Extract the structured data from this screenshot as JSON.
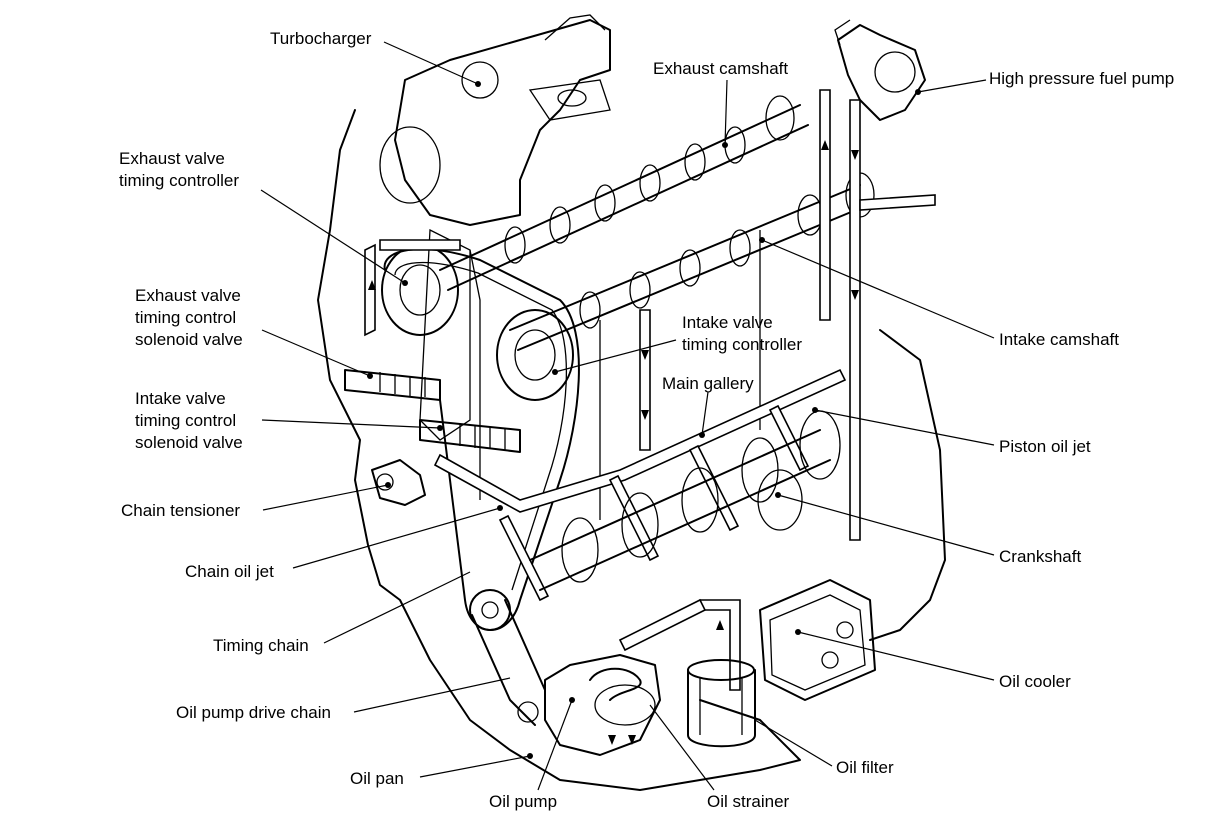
{
  "labels": {
    "turbocharger": "Turbocharger",
    "exhaust_camshaft": "Exhaust camshaft",
    "high_pressure_fuel_pump": "High pressure fuel pump",
    "exhaust_vtc": [
      "Exhaust valve",
      "timing controller"
    ],
    "exhaust_vtc_solenoid": [
      "Exhaust valve",
      "timing control",
      "solenoid valve"
    ],
    "intake_vtc_solenoid": [
      "Intake valve",
      "timing control",
      "solenoid valve"
    ],
    "chain_tensioner": "Chain tensioner",
    "chain_oil_jet": "Chain oil jet",
    "timing_chain": "Timing chain",
    "oil_pump_drive_chain": "Oil pump drive chain",
    "oil_pan": "Oil pan",
    "oil_pump": "Oil pump",
    "oil_strainer": "Oil strainer",
    "oil_filter": "Oil filter",
    "oil_cooler": "Oil cooler",
    "crankshaft": "Crankshaft",
    "piston_oil_jet": "Piston oil jet",
    "intake_camshaft": "Intake camshaft",
    "intake_vtc": [
      "Intake valve",
      "timing controller"
    ],
    "main_gallery": "Main gallery"
  }
}
